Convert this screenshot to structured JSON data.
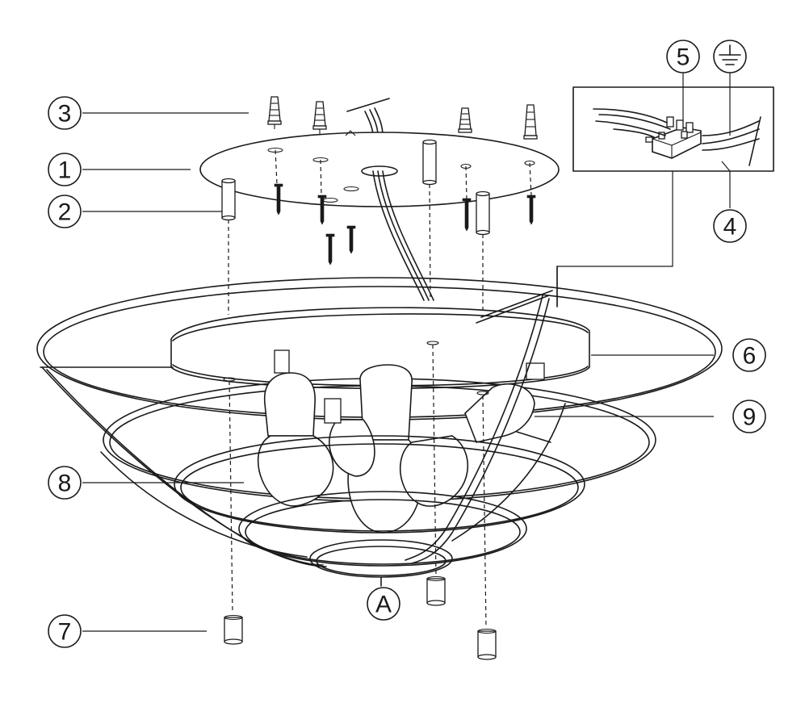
{
  "callouts": {
    "c1": "1",
    "c2": "2",
    "c3": "3",
    "c4": "4",
    "c5": "5",
    "c6": "6",
    "c7": "7",
    "c8": "8",
    "c9": "9",
    "cA": "A"
  },
  "icons": {
    "earth": "ground-symbol-icon"
  }
}
